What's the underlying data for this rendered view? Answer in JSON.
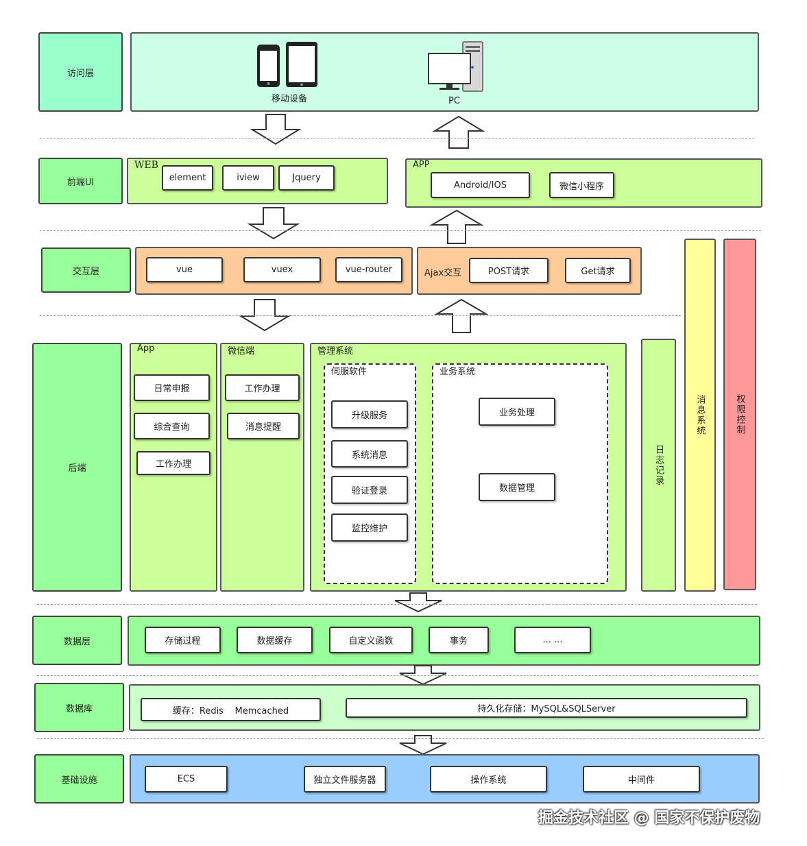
{
  "colors": {
    "mint": "#ccffe6",
    "label_green": "#99ffcc",
    "lime": "#ccff99",
    "green": "#99ff99",
    "orange": "#ffcc99",
    "yellow": "#ffff99",
    "red": "#ff9999",
    "blue": "#99ccff",
    "pale_green": "#ccffcc"
  },
  "layers": {
    "access": "访问层",
    "frontend": "前端UI",
    "interaction": "交互层",
    "backend": "后端",
    "data_layer": "数据层",
    "database": "数据库",
    "infrastructure": "基础设施"
  },
  "access": {
    "mobile_label": "移动设备",
    "pc_label": "PC",
    "mobile_icon": "phone-tablet-icon",
    "pc_icon": "desktop-computer-icon"
  },
  "frontend": {
    "web_title": "WEB",
    "web_items": [
      "element",
      "iview",
      "Jquery"
    ],
    "app_title": "APP",
    "app_items": [
      "Android/IOS",
      "微信小程序"
    ]
  },
  "interaction": {
    "vue_items": [
      "vue",
      "vuex",
      "vue-router"
    ],
    "ajax_label": "Ajax交互",
    "ajax_items": [
      "POST请求",
      "Get请求"
    ]
  },
  "backend": {
    "app": {
      "title": "App",
      "items": [
        "日常申报",
        "综合查询",
        "工作办理"
      ]
    },
    "wechat": {
      "title": "微信端",
      "items": [
        "工作办理",
        "消息提醒"
      ]
    },
    "mgmt": {
      "title": "管理系统",
      "server": {
        "title": "伺服软件",
        "items": [
          "升级服务",
          "系统消息",
          "验证登录",
          "监控维护"
        ]
      },
      "business": {
        "title": "业务系统",
        "items": [
          "业务处理",
          "数据管理"
        ]
      }
    },
    "log": "日志记录",
    "message": "消息系统",
    "permission": "权限控制"
  },
  "data_layer": {
    "items": [
      "存储过程",
      "数据缓存",
      "自定义函数",
      "事务",
      "... ..."
    ]
  },
  "database": {
    "cache": "缓存：Redis    Memcached",
    "persist": "持久化存储：MySQL&SQLServer"
  },
  "infrastructure": {
    "items": [
      "ECS",
      "独立文件服务器",
      "操作系统",
      "中间件"
    ]
  },
  "watermark": "掘金技术社区 @ 国家不保护废物"
}
